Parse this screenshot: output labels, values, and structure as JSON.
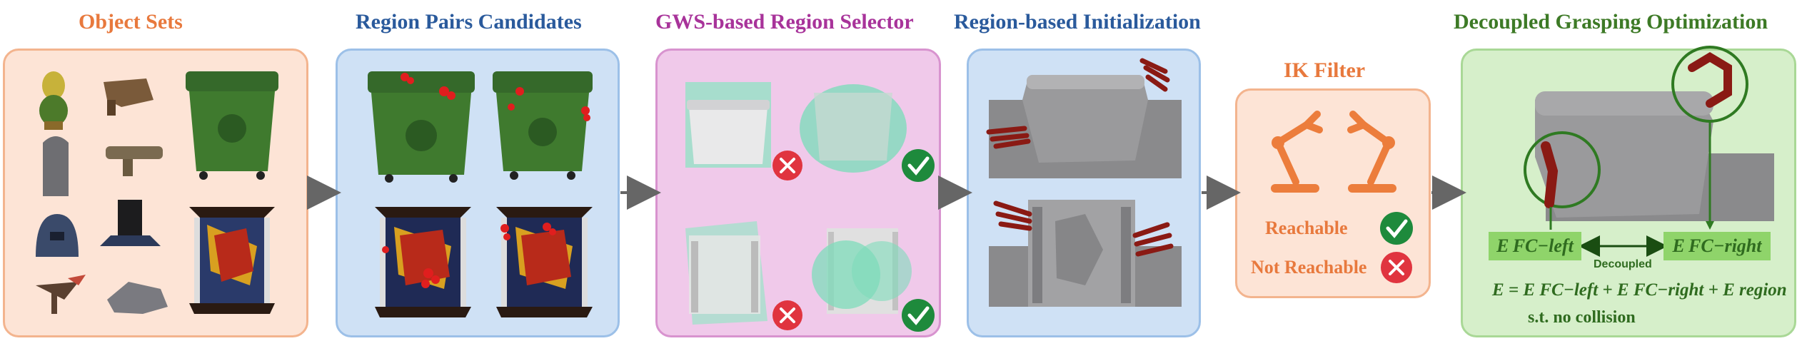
{
  "stages": [
    {
      "title": "Object Sets",
      "color": "#e8793d"
    },
    {
      "title": "Region Pairs Candidates",
      "color": "#2a5a9c"
    },
    {
      "title": "GWS-based Region Selector",
      "color": "#a8339a"
    },
    {
      "title": "Region-based Initialization",
      "color": "#2a5a9c"
    },
    {
      "title": "IK Filter",
      "color": "#e8793d"
    },
    {
      "title": "Decoupled Grasping Optimization",
      "color": "#3d7a26"
    }
  ],
  "ik": {
    "reachable": "Reachable",
    "not_reachable": "Not Reachable"
  },
  "optimization": {
    "efc_left": "E FC−left",
    "efc_right": "E FC−right",
    "decoupled": "Decoupled",
    "equation": "E = E FC−left + E FC−right + E region",
    "constraint": "s.t.  no collision"
  },
  "colors": {
    "check": "#1e8a3c",
    "cross": "#e0343f",
    "arm": "#ec7d3c",
    "trash_green": "#3f7a2e",
    "contact_red": "#e01e1e"
  }
}
